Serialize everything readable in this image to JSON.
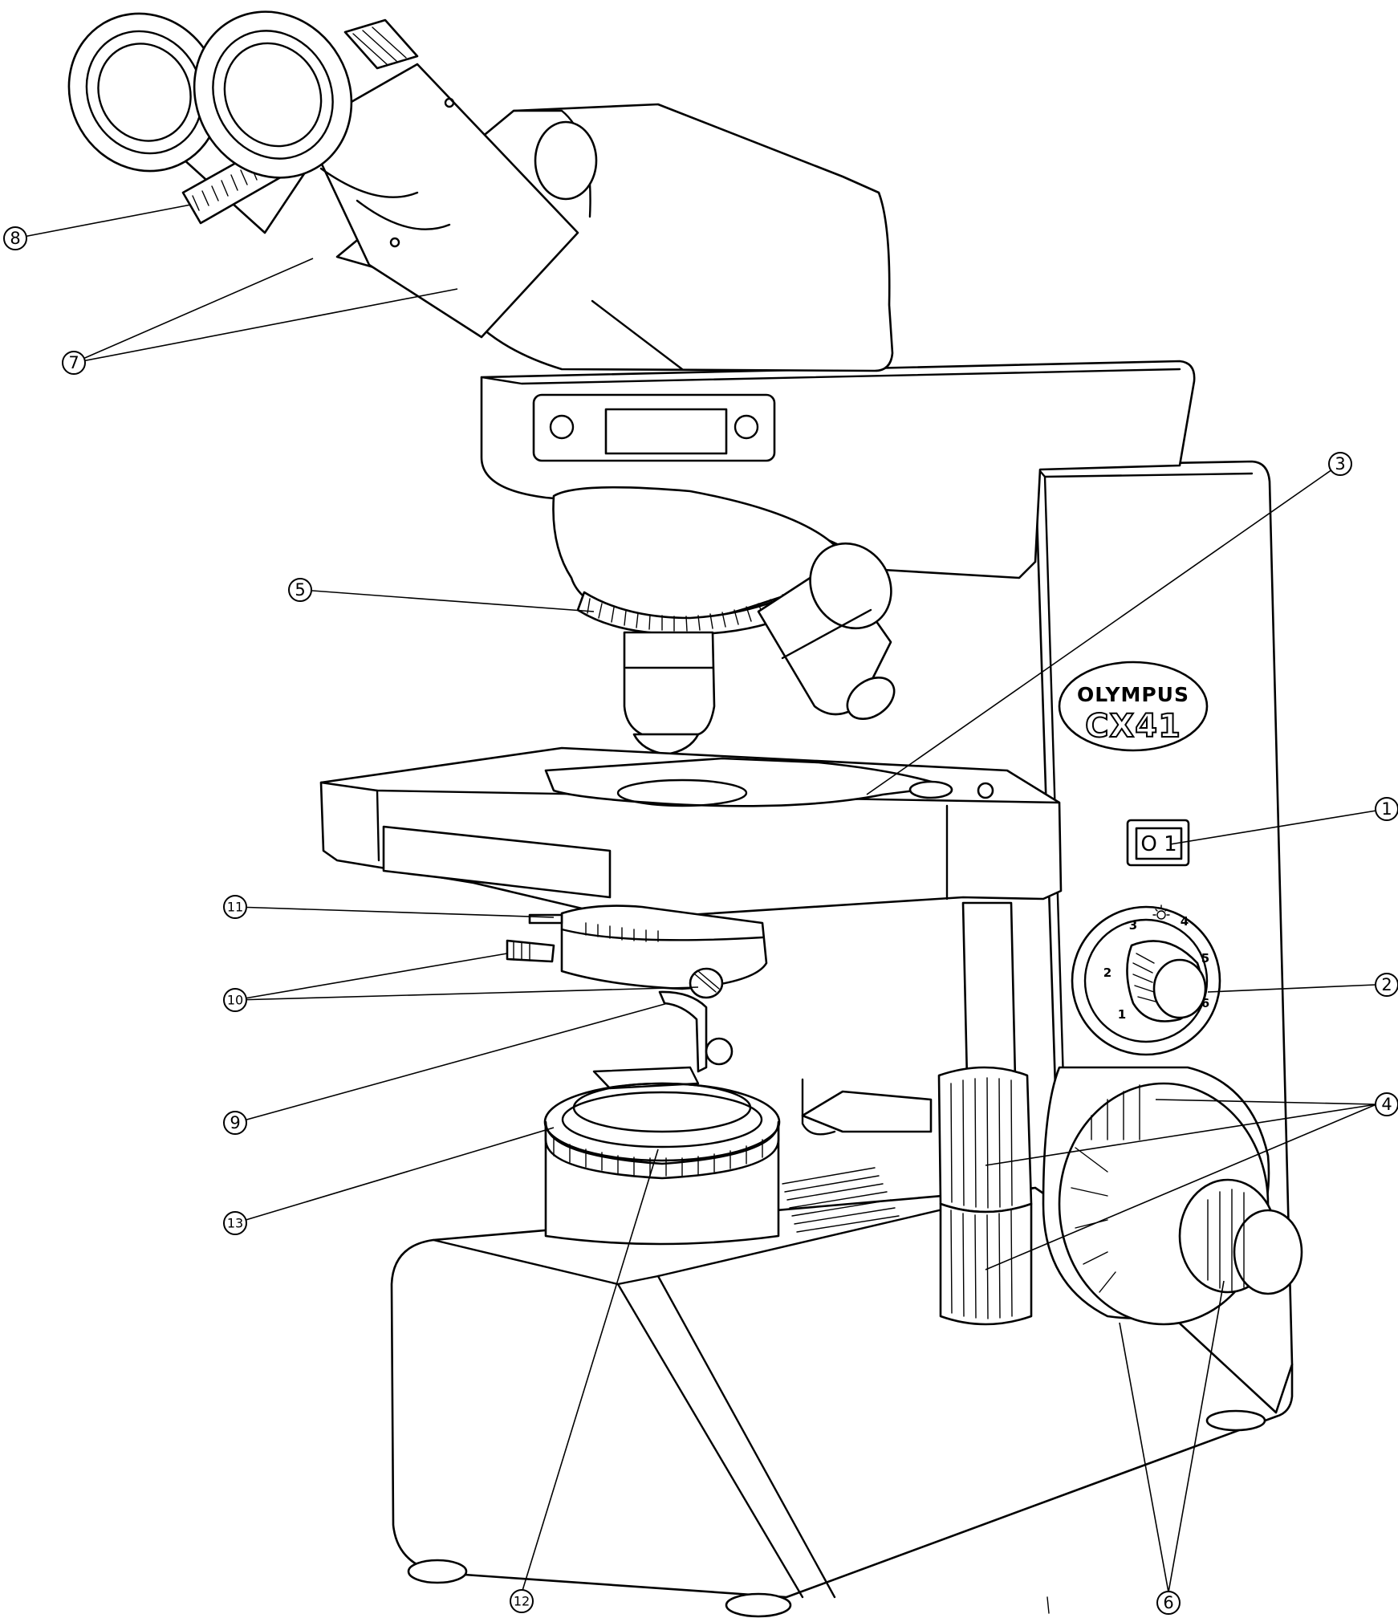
{
  "figure": {
    "brand_text": "OLYMPUS",
    "model_text": "CX41",
    "switch_text": "O 1",
    "dial_marks": [
      "1",
      "2",
      "3",
      "4",
      "5",
      "6"
    ]
  },
  "callouts": [
    {
      "id": "1",
      "text": "①"
    },
    {
      "id": "2",
      "text": "②"
    },
    {
      "id": "3",
      "text": "③"
    },
    {
      "id": "4",
      "text": "④"
    },
    {
      "id": "5",
      "text": "⑤"
    },
    {
      "id": "6",
      "text": "⑥"
    },
    {
      "id": "7",
      "text": "⑦"
    },
    {
      "id": "8",
      "text": "⑧"
    },
    {
      "id": "9",
      "text": "⑨"
    },
    {
      "id": "10",
      "text": "⑩"
    },
    {
      "id": "11",
      "text": "⑪"
    },
    {
      "id": "12",
      "text": "⑫"
    },
    {
      "id": "13",
      "text": "⑬"
    }
  ]
}
